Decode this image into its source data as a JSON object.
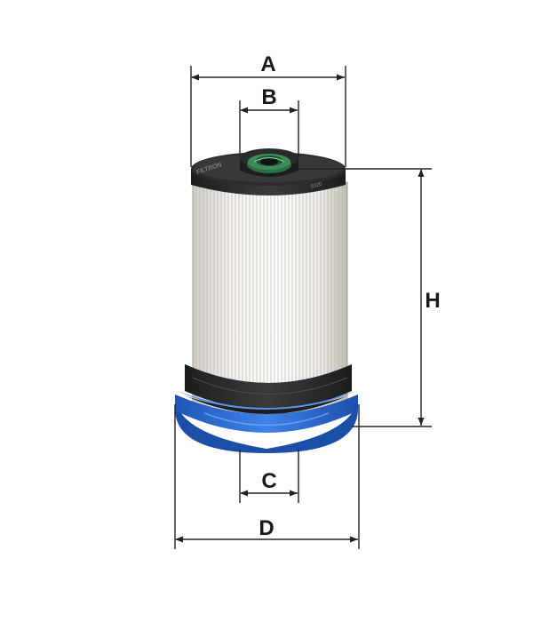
{
  "diagram": {
    "labels": {
      "A": "A",
      "B": "B",
      "C": "C",
      "D": "D",
      "H": "H"
    },
    "colors": {
      "seal_blue": "#2f6fd6",
      "cap_dark": "#232425",
      "paper": "#f2f0ea",
      "grommet_green": "#3f8a5a"
    }
  }
}
